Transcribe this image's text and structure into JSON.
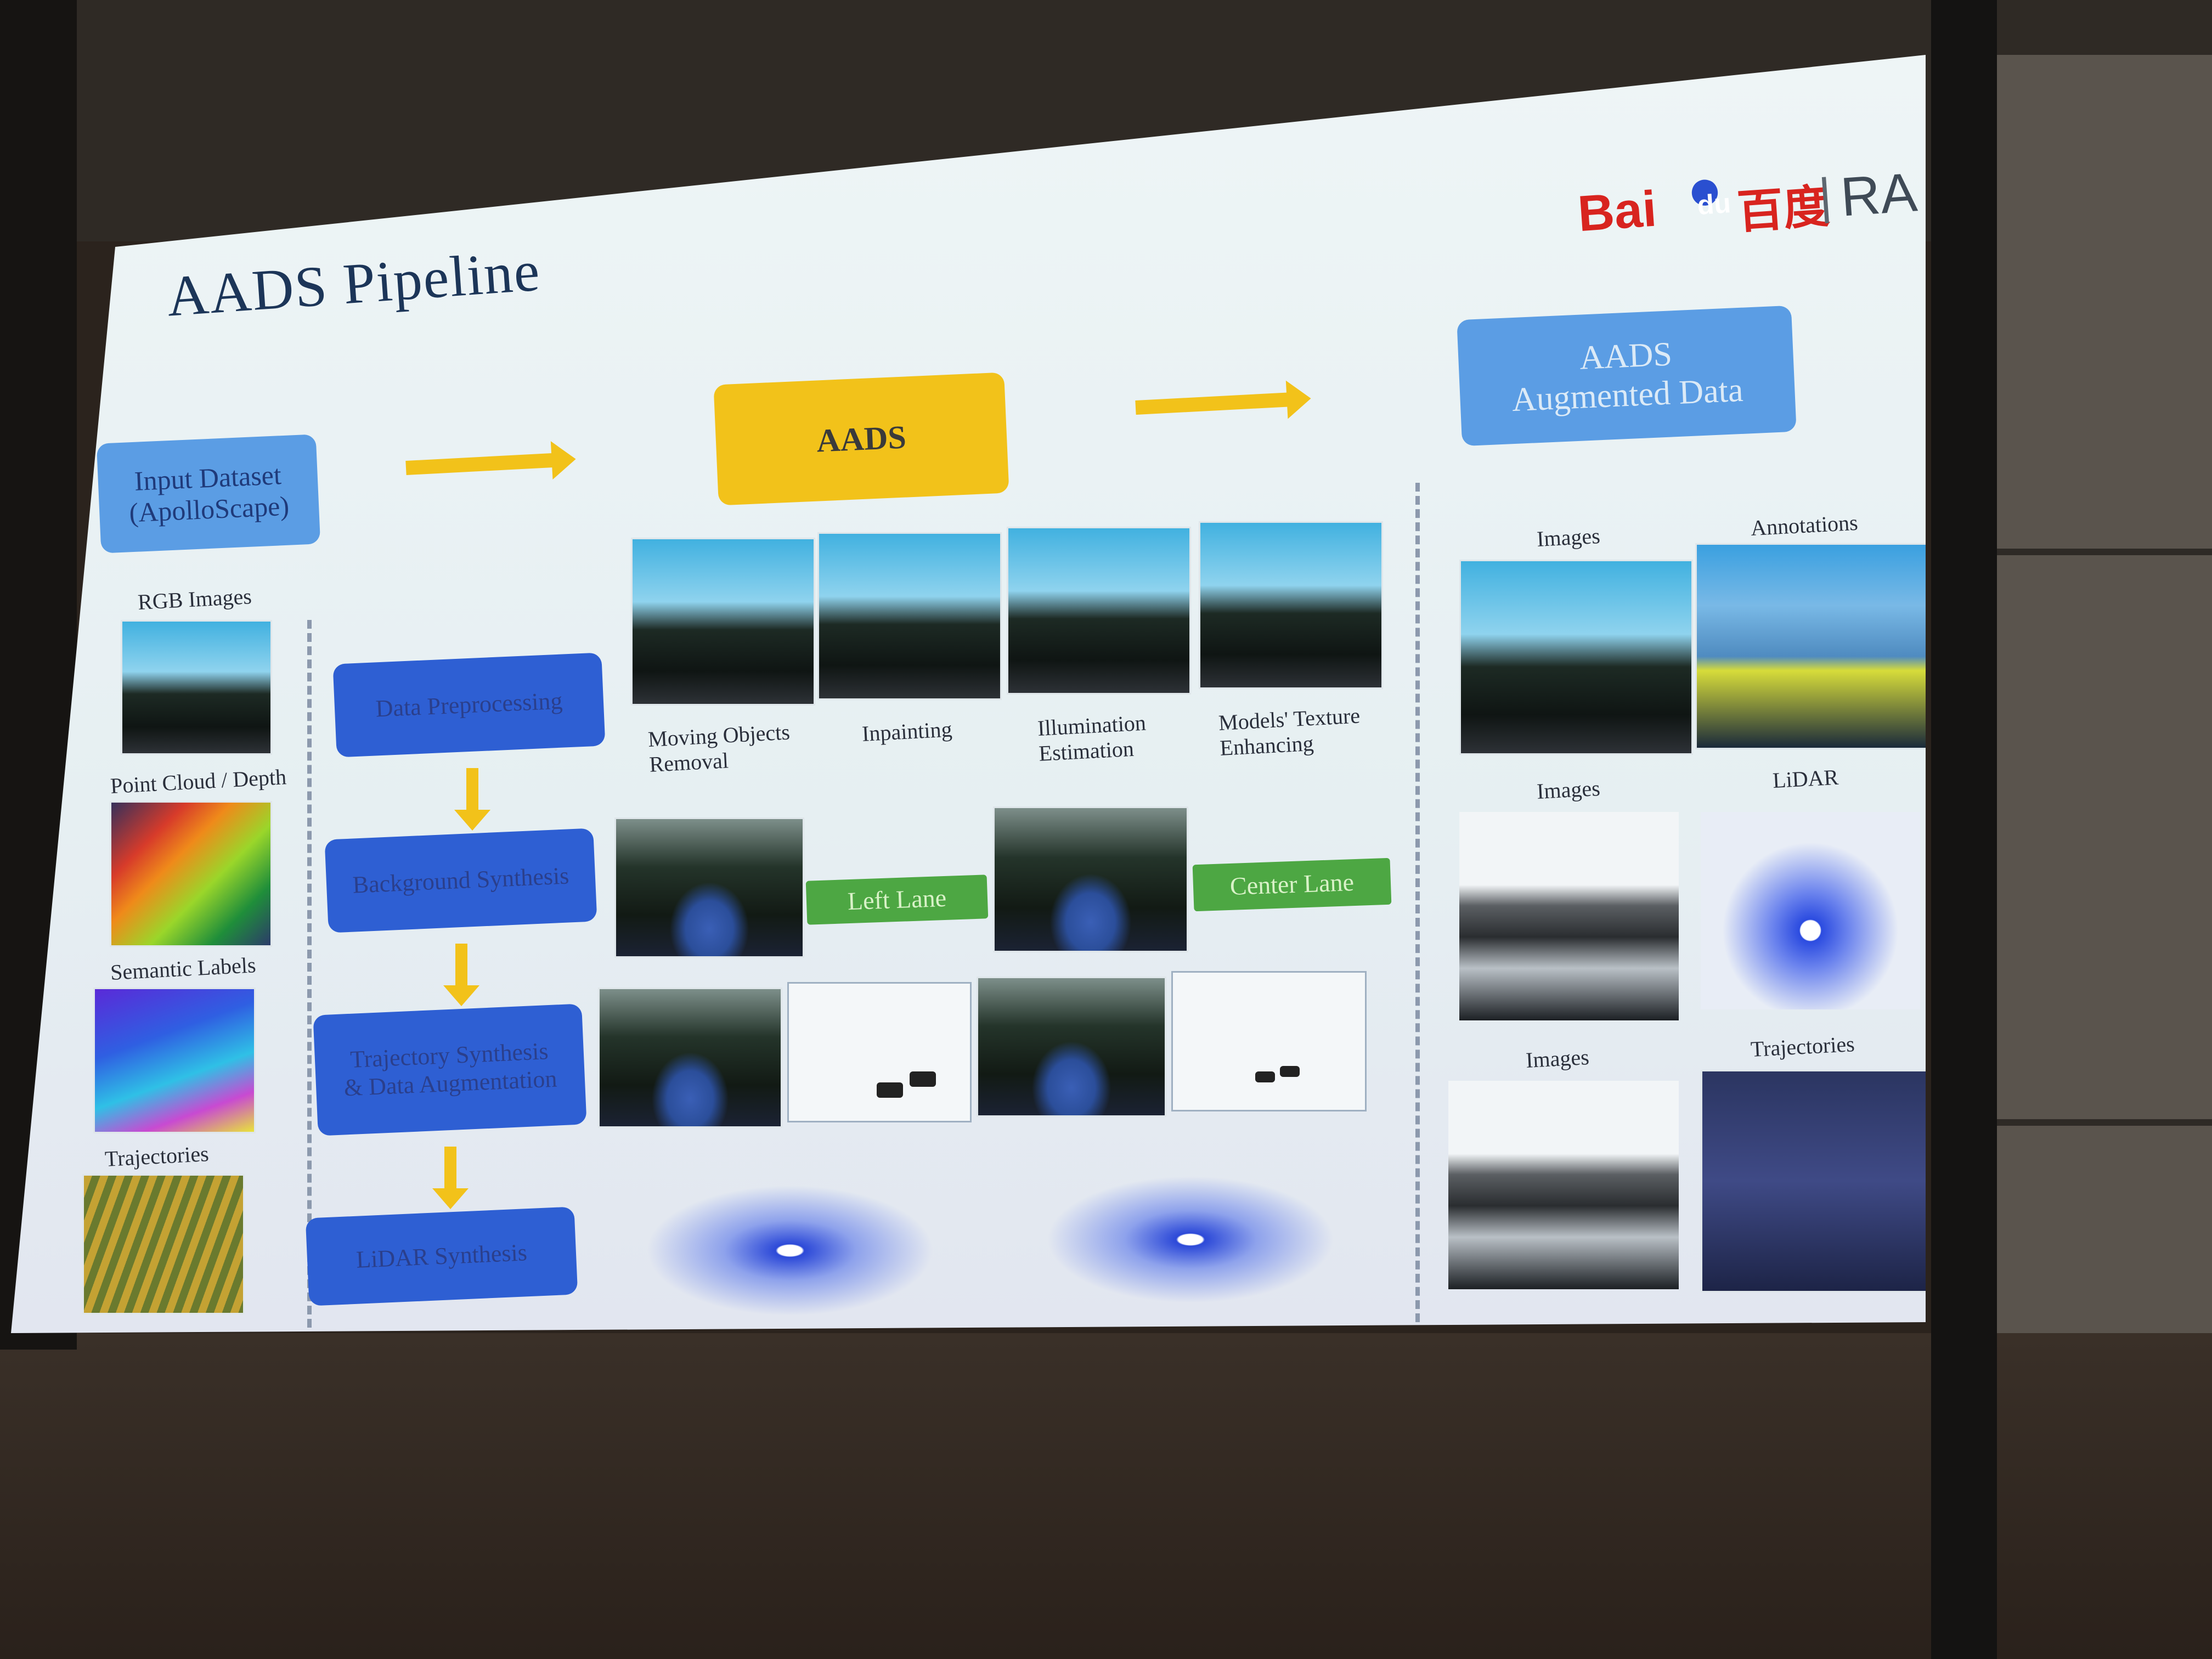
{
  "slide": {
    "title": "AADS Pipeline",
    "logo": {
      "brand": "Bai",
      "brand_du": "du",
      "brand_cn": "百度",
      "separator": "|",
      "partner": "RA"
    }
  },
  "boxes": {
    "input_dataset": "Input Dataset\n(ApolloScape)",
    "aads": "AADS",
    "aads_augmented": "AADS\nAugmented Data",
    "data_preprocessing": "Data Preprocessing",
    "background_synthesis": "Background Synthesis",
    "trajectory_synthesis": "Trajectory Synthesis\n& Data Augmentation",
    "lidar_synthesis": "LiDAR Synthesis",
    "left_lane": "Left Lane",
    "center_lane": "Center Lane"
  },
  "input_labels": {
    "rgb_images": "RGB Images",
    "point_cloud": "Point Cloud / Depth",
    "semantic_labels": "Semantic Labels",
    "trajectories": "Trajectories"
  },
  "stage_labels": {
    "moving_objects": "Moving Objects\nRemoval",
    "inpainting": "Inpainting",
    "illumination": "Illumination\nEstimation",
    "texture": "Models' Texture\nEnhancing"
  },
  "output_labels": {
    "images_1": "Images",
    "annotations": "Annotations",
    "images_2": "Images",
    "lidar": "LiDAR",
    "images_3": "Images",
    "trajectories": "Trajectories"
  }
}
